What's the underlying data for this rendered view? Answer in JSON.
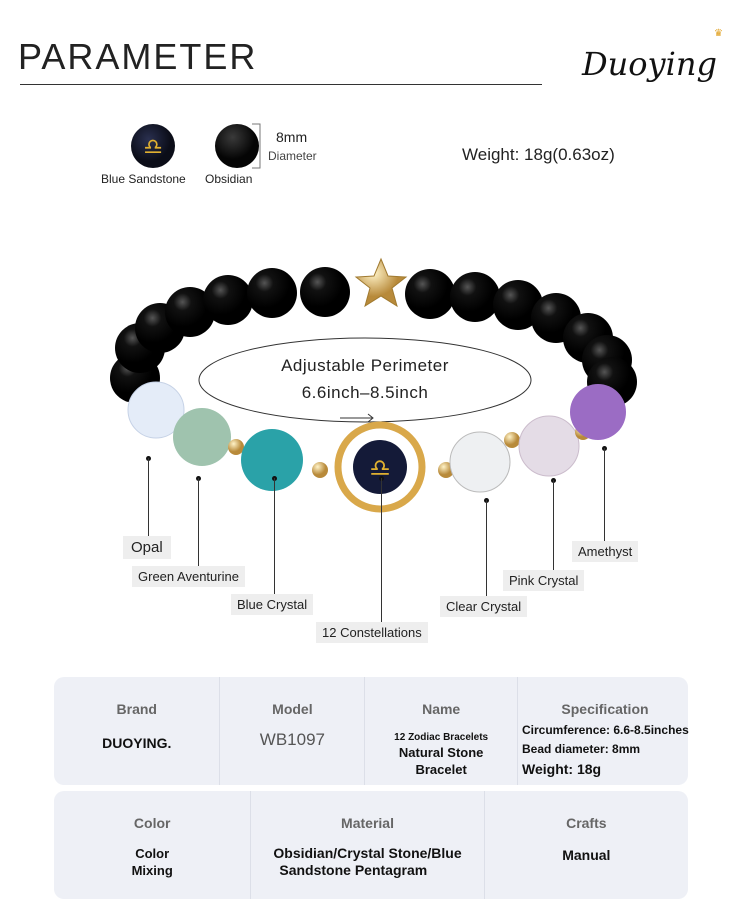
{
  "header": {
    "title": "PARAMETER",
    "logo": "Duoying"
  },
  "swatches": [
    {
      "name": "Blue Sandstone"
    },
    {
      "name": "Obsidian"
    }
  ],
  "size": {
    "value": "8mm",
    "label": "Diameter"
  },
  "weight": "Weight: 18g(0.63oz)",
  "perimeter": {
    "line1": "Adjustable Perimeter",
    "line2": "6.6inch–8.5inch"
  },
  "labels": {
    "opal": "Opal",
    "green_aventurine": "Green Aventurine",
    "blue_crystal": "Blue Crystal",
    "constellations": "12 Constellations",
    "clear_crystal": "Clear  Crystal",
    "pink_crystal": "Pink Crystal",
    "amethyst": "Amethyst"
  },
  "table1": {
    "brand": {
      "header": "Brand",
      "value": "DUOYING."
    },
    "model": {
      "header": "Model",
      "value": "WB1097"
    },
    "name": {
      "header": "Name",
      "line1": "12 Zodiac Bracelets",
      "line2": "Natural Stone",
      "line3": "Bracelet"
    },
    "spec": {
      "header": "Specification",
      "line1": "Circumference: 6.6-8.5inches",
      "line2": "Bead diameter: 8mm",
      "line3": "Weight: 18g"
    }
  },
  "table2": {
    "color": {
      "header": "Color",
      "line1": "Color",
      "line2": "Mixing"
    },
    "material": {
      "header": "Material",
      "line1": "Obsidian/Crystal Stone/Blue",
      "line2": "Sandstone Pentagram"
    },
    "crafts": {
      "header": "Crafts",
      "value": "Manual"
    }
  }
}
